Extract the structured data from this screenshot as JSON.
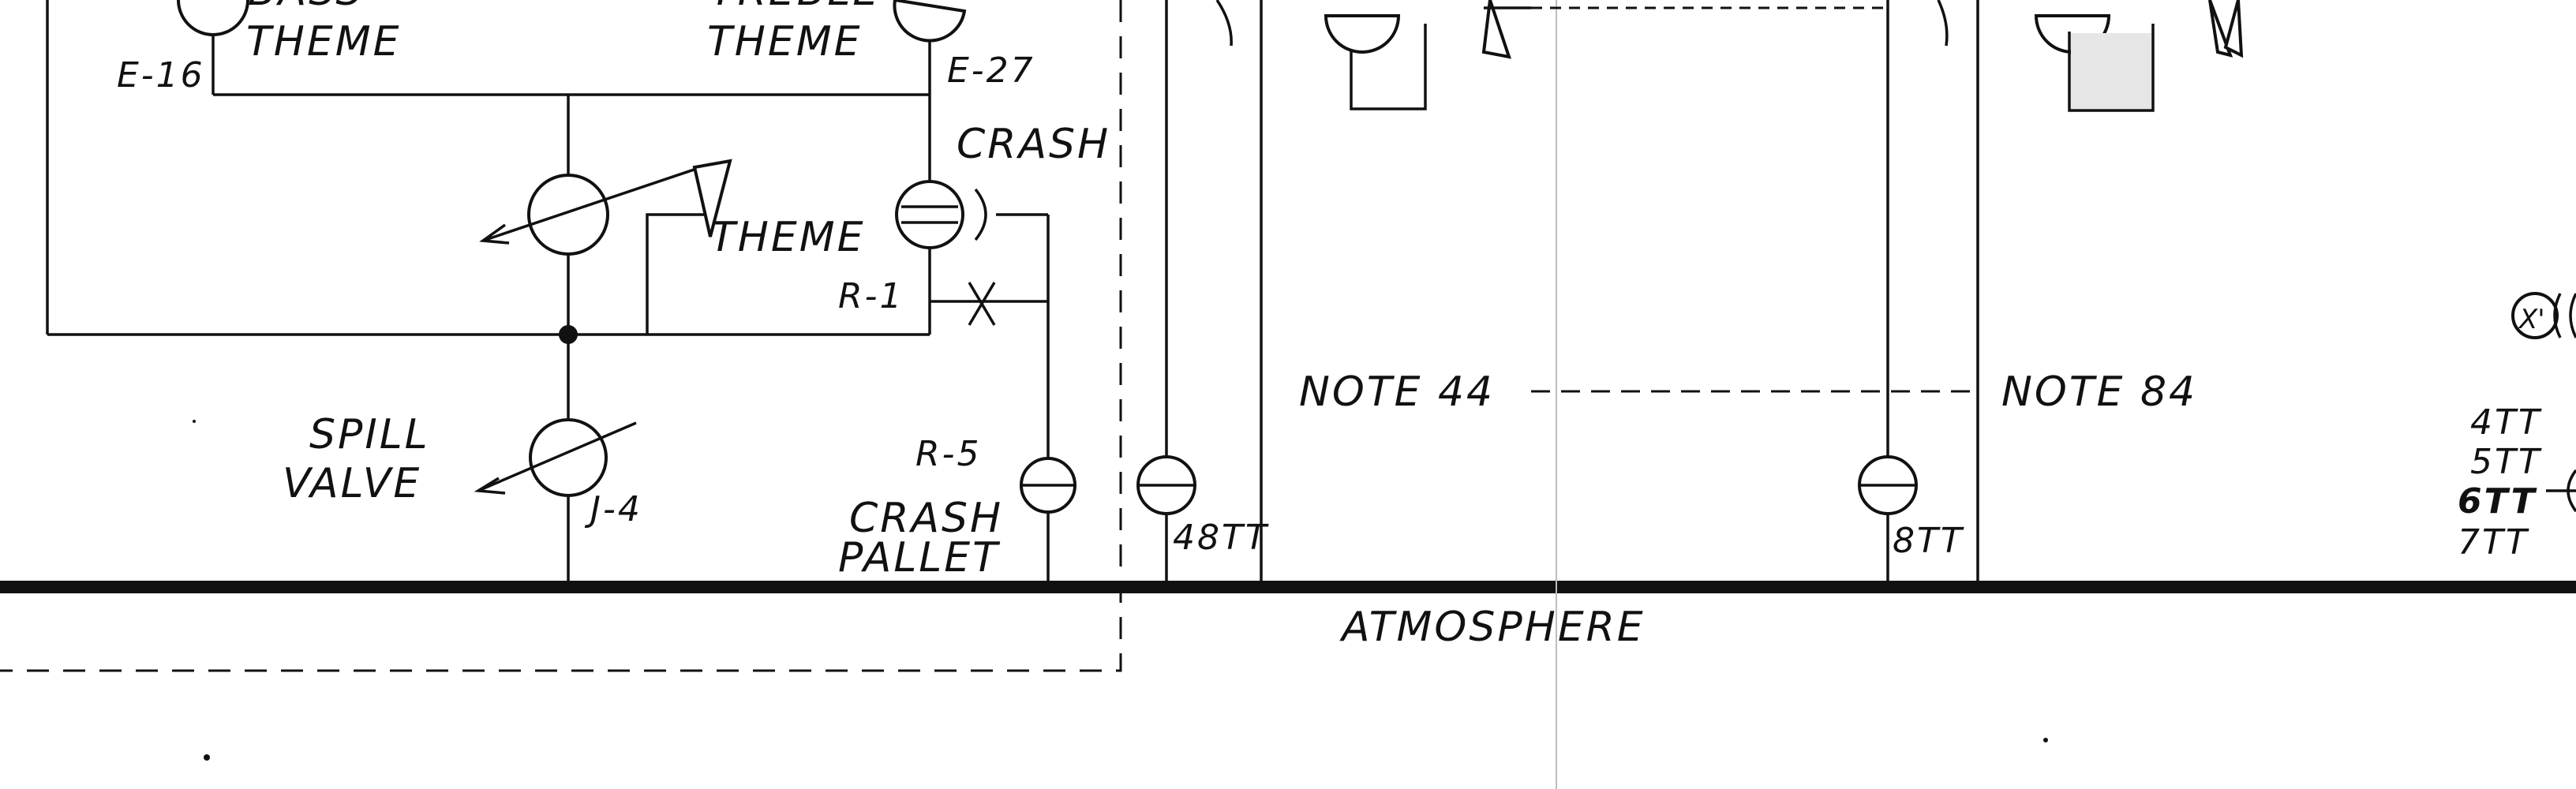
{
  "labels": {
    "bass_theme_partial": "BASS",
    "bass_theme": "THEME",
    "treble_theme_partial": "TREBLE",
    "treble_theme": "THEME",
    "e16": "E-16",
    "e27": "E-27",
    "crash": "CRASH",
    "theme_valve": "THEME",
    "r1": "R-1",
    "spill_line1": "SPILL",
    "spill_line2": "VALVE",
    "j4": "J-4",
    "r5": "R-5",
    "crash_pallet_line1": "CRASH",
    "crash_pallet_line2": "PALLET",
    "tt48": "48TT",
    "note44": "NOTE 44",
    "note84": "NOTE 84",
    "tt8": "8TT",
    "atmosphere": "ATMOSPHERE",
    "x_marker": "X'",
    "tt4": "4TT",
    "tt5": "5TT",
    "tt6": "6TT",
    "tt7": "7TT"
  },
  "colors": {
    "ink": "#111111",
    "paper": "#ffffff",
    "faint": "#bdbdbd"
  }
}
